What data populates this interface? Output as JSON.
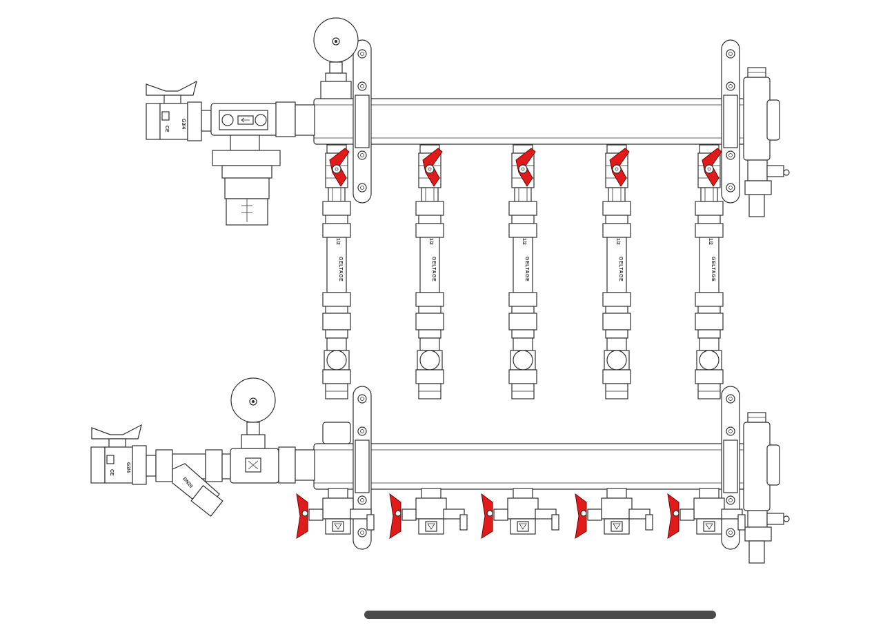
{
  "colors": {
    "outline": "#2e2e2e",
    "handle_red": "#e01b1b",
    "background": "#ffffff",
    "scrollbar": "#4a4a4a"
  },
  "labels": {
    "size_code": "1/2",
    "brand": "GELTAGE",
    "strainer_code": "DN20",
    "valve_size": "G3/4",
    "ce_mark": "CE"
  },
  "manifold": {
    "supply_outlet_count": 5,
    "return_outlet_count": 5,
    "gauges": [
      "thermometer-gauge",
      "thermometer-gauge"
    ]
  }
}
